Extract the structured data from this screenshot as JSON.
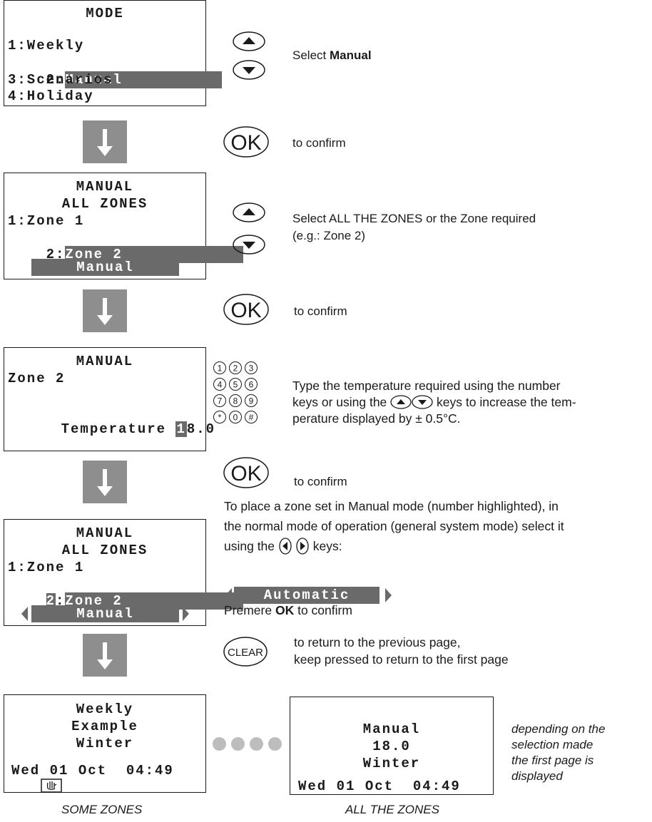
{
  "step1": {
    "screen": {
      "title": "MODE",
      "items": [
        "1:Weekly",
        "2:",
        "Manual",
        "3:Scenarios",
        "4:Holiday"
      ]
    },
    "instruction_prefix": "Select ",
    "instruction_bold": "Manual"
  },
  "ok1": {
    "key": "OK",
    "text": "to confirm"
  },
  "step2": {
    "screen": {
      "title": "MANUAL",
      "subtitle": "ALL ZONES",
      "row1": "1:Zone 1",
      "row2_prefix": "2:",
      "row2_hl": "Zone 2",
      "bar": "Manual"
    },
    "instruction_line1": "Select ALL THE ZONES or the Zone required",
    "instruction_line2": "(e.g.: Zone 2)"
  },
  "ok2": {
    "key": "OK",
    "text": "to confirm"
  },
  "step3": {
    "screen": {
      "title": "MANUAL",
      "zone": "Zone 2",
      "temp_label": "Temperature ",
      "temp_cursor": "1",
      "temp_rest": "8.0"
    },
    "keypad": [
      "1",
      "2",
      "3",
      "4",
      "5",
      "6",
      "7",
      "8",
      "9",
      "*",
      "0",
      "#"
    ],
    "instruction_line1": "Type the temperature required using the number",
    "instruction_line2a": "keys or using the ",
    "instruction_line2b": " keys to increase the tem-",
    "instruction_line3": "perature displayed by ± 0.5°C."
  },
  "ok3": {
    "key": "OK",
    "text": "to confirm"
  },
  "step4": {
    "screen": {
      "title": "MANUAL",
      "subtitle": "ALL ZONES",
      "row1": "1:Zone 1",
      "row2_num": "2",
      "row2_colon": ":",
      "row2_hl": "Zone 2",
      "bar": "Manual"
    },
    "text_line1": "To place a zone set in Manual mode (number highlighted), in",
    "text_line2": "the normal mode of operation (general system mode) select it",
    "text_line3a": "using the ",
    "text_line3b": " keys:",
    "auto_bar": "Automatic",
    "premere_prefix": "Premere ",
    "premere_bold": "OK",
    "premere_suffix": " to confirm"
  },
  "clear": {
    "key": "CLEAR",
    "line1": "to return to the previous page,",
    "line2": "keep pressed to return to the first page"
  },
  "final_left": {
    "line1": "Weekly",
    "line2": "Example",
    "line3": "Winter",
    "datetime": "Wed 01 Oct  04:49",
    "caption": "SOME ZONES"
  },
  "final_right": {
    "line1": "Manual",
    "line2": "18.0",
    "line3": "Winter",
    "datetime": "Wed 01 Oct  04:49",
    "caption": "ALL THE ZONES"
  },
  "note": {
    "line1": "depending on the",
    "line2": "selection made",
    "line3": "the first page is",
    "line4": "displayed"
  },
  "colors": {
    "highlight": "#6a6a6a",
    "arrow_block": "#8e8e8e",
    "dots": "#bdbdbd"
  }
}
